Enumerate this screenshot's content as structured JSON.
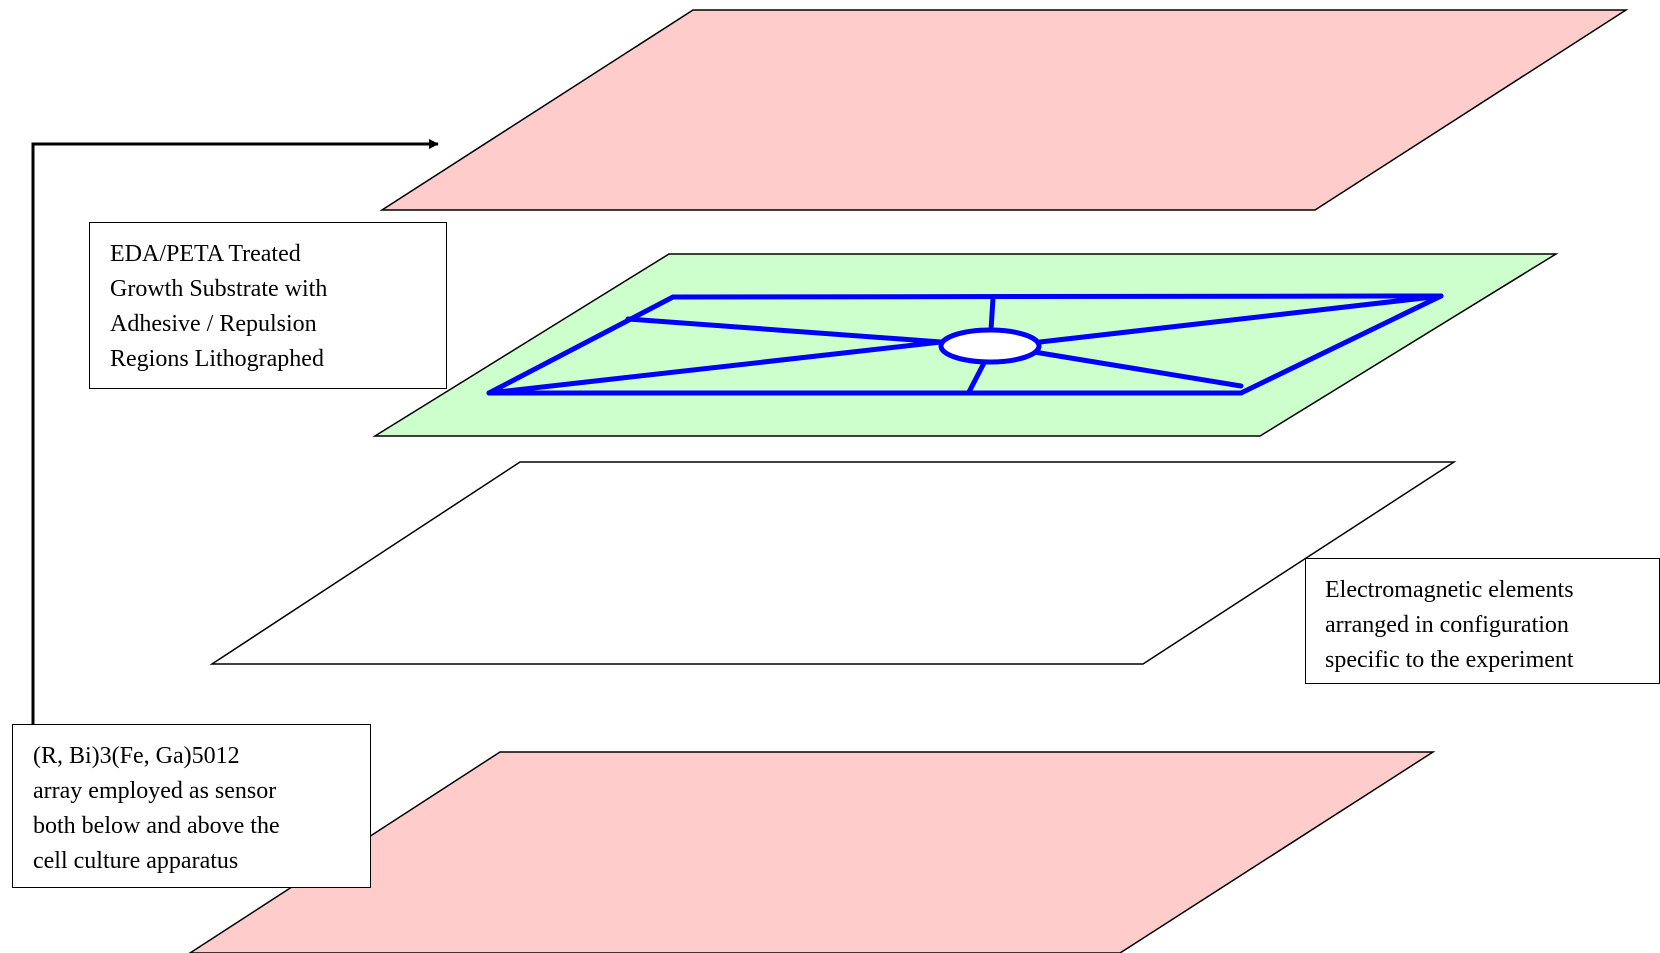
{
  "colors": {
    "sensor_layer_fill": "#ffcccc",
    "substrate_layer_fill": "#ccffcc",
    "electromagnetic_layer_fill": "#ffffff",
    "pattern_stroke": "#0000ff",
    "outline": "#000000"
  },
  "labels": {
    "substrate": [
      "EDA/PETA Treated",
      "Growth Substrate with",
      "Adhesive / Repulsion",
      "Regions Lithographed"
    ],
    "electromagnetic": [
      "Electromagnetic elements",
      "arranged in configuration",
      "specific to the experiment"
    ],
    "sensor": [
      "(R, Bi)3(Fe, Ga)5012",
      "array employed as sensor",
      "both below and above the",
      "cell culture apparatus"
    ]
  },
  "layers": [
    "top-sensor-layer",
    "growth-substrate-layer",
    "electromagnetic-layer",
    "bottom-sensor-layer"
  ]
}
